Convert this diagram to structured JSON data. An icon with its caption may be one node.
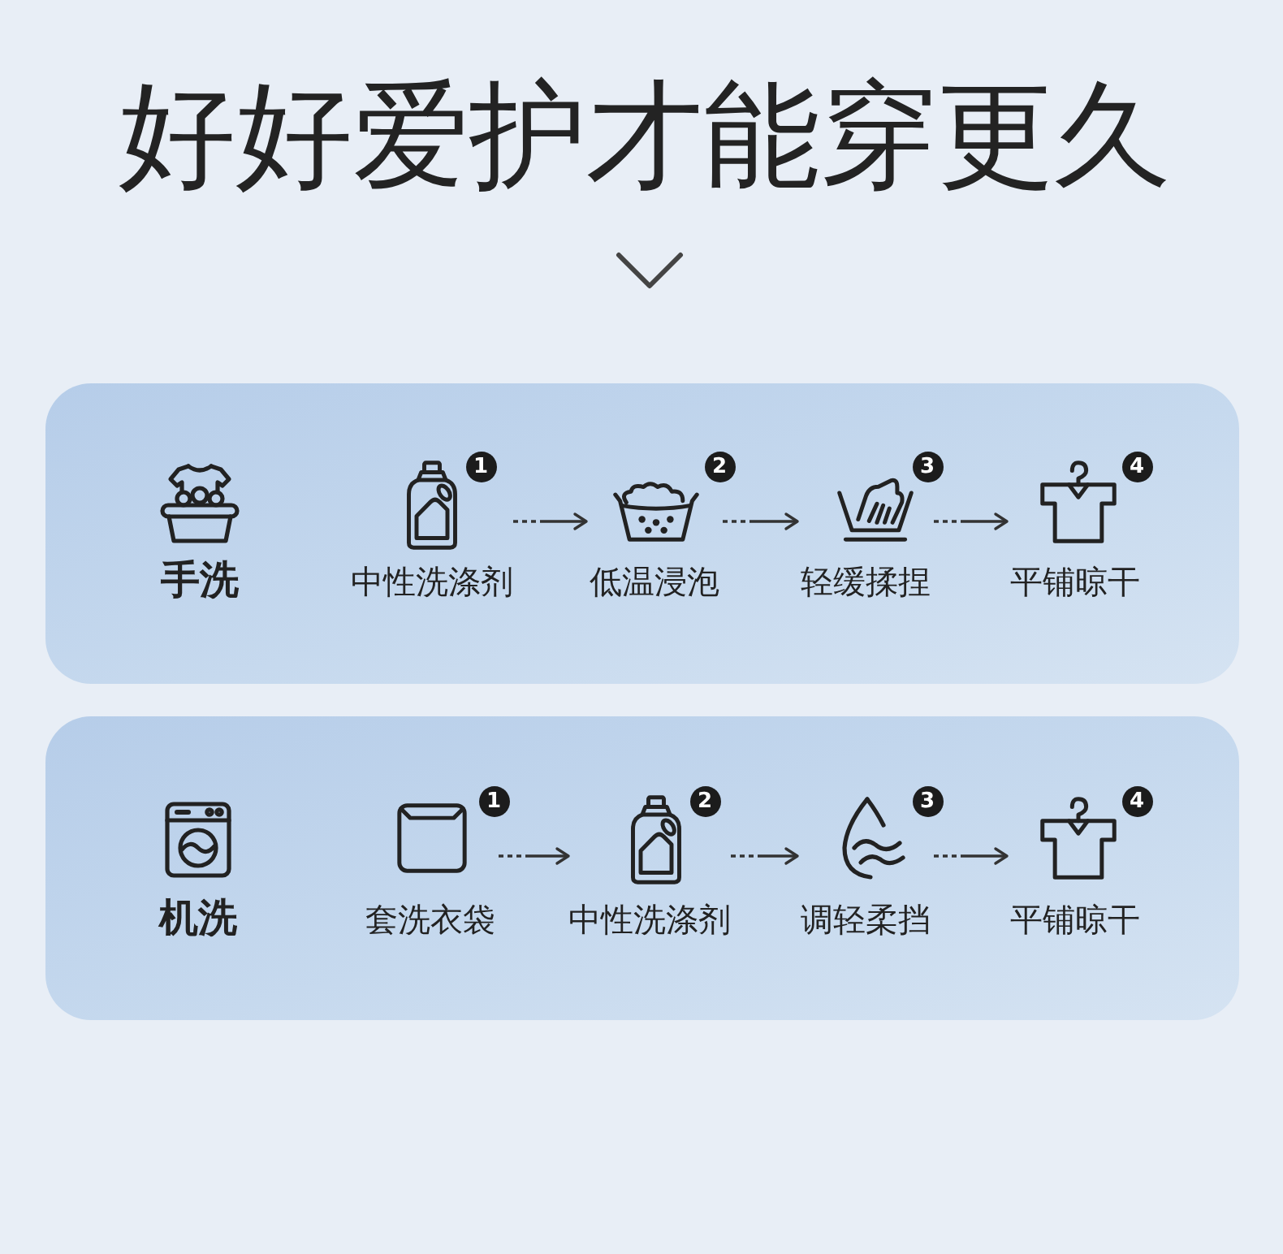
{
  "diagram": {
    "title": "好好爱护才能穿更久",
    "nodes": [
      {
        "text": [
          "手洗"
        ]
      },
      {
        "text": [
          "1",
          "中性洗涤剂"
        ],
        "in": 0
      },
      {
        "text": [
          "2",
          "低温浸泡"
        ],
        "in": 0
      },
      {
        "text": [
          "3",
          "轻缓揉捏"
        ],
        "in": 0
      },
      {
        "text": [
          "4",
          "平铺晾干"
        ],
        "in": 0
      },
      {
        "text": [
          "机洗"
        ]
      },
      {
        "text": [
          "1",
          "套洗衣袋"
        ],
        "in": 5
      },
      {
        "text": [
          "2",
          "中性洗涤剂"
        ],
        "in": 5
      },
      {
        "text": [
          "3",
          "调轻柔挡"
        ],
        "in": 5
      },
      {
        "text": [
          "4",
          "平铺晾干"
        ],
        "in": 5
      }
    ],
    "edges": [
      {
        "from": 1,
        "to": 2,
        "arrow": "to",
        "style": "dashed"
      },
      {
        "from": 2,
        "to": 3,
        "arrow": "to",
        "style": "dashed"
      },
      {
        "from": 3,
        "to": 4,
        "arrow": "to",
        "style": "dashed"
      },
      {
        "from": 6,
        "to": 7,
        "arrow": "to",
        "style": "dashed"
      },
      {
        "from": 7,
        "to": 8,
        "arrow": "to",
        "style": "dashed"
      },
      {
        "from": 8,
        "to": 9,
        "arrow": "to",
        "style": "dashed"
      }
    ]
  }
}
